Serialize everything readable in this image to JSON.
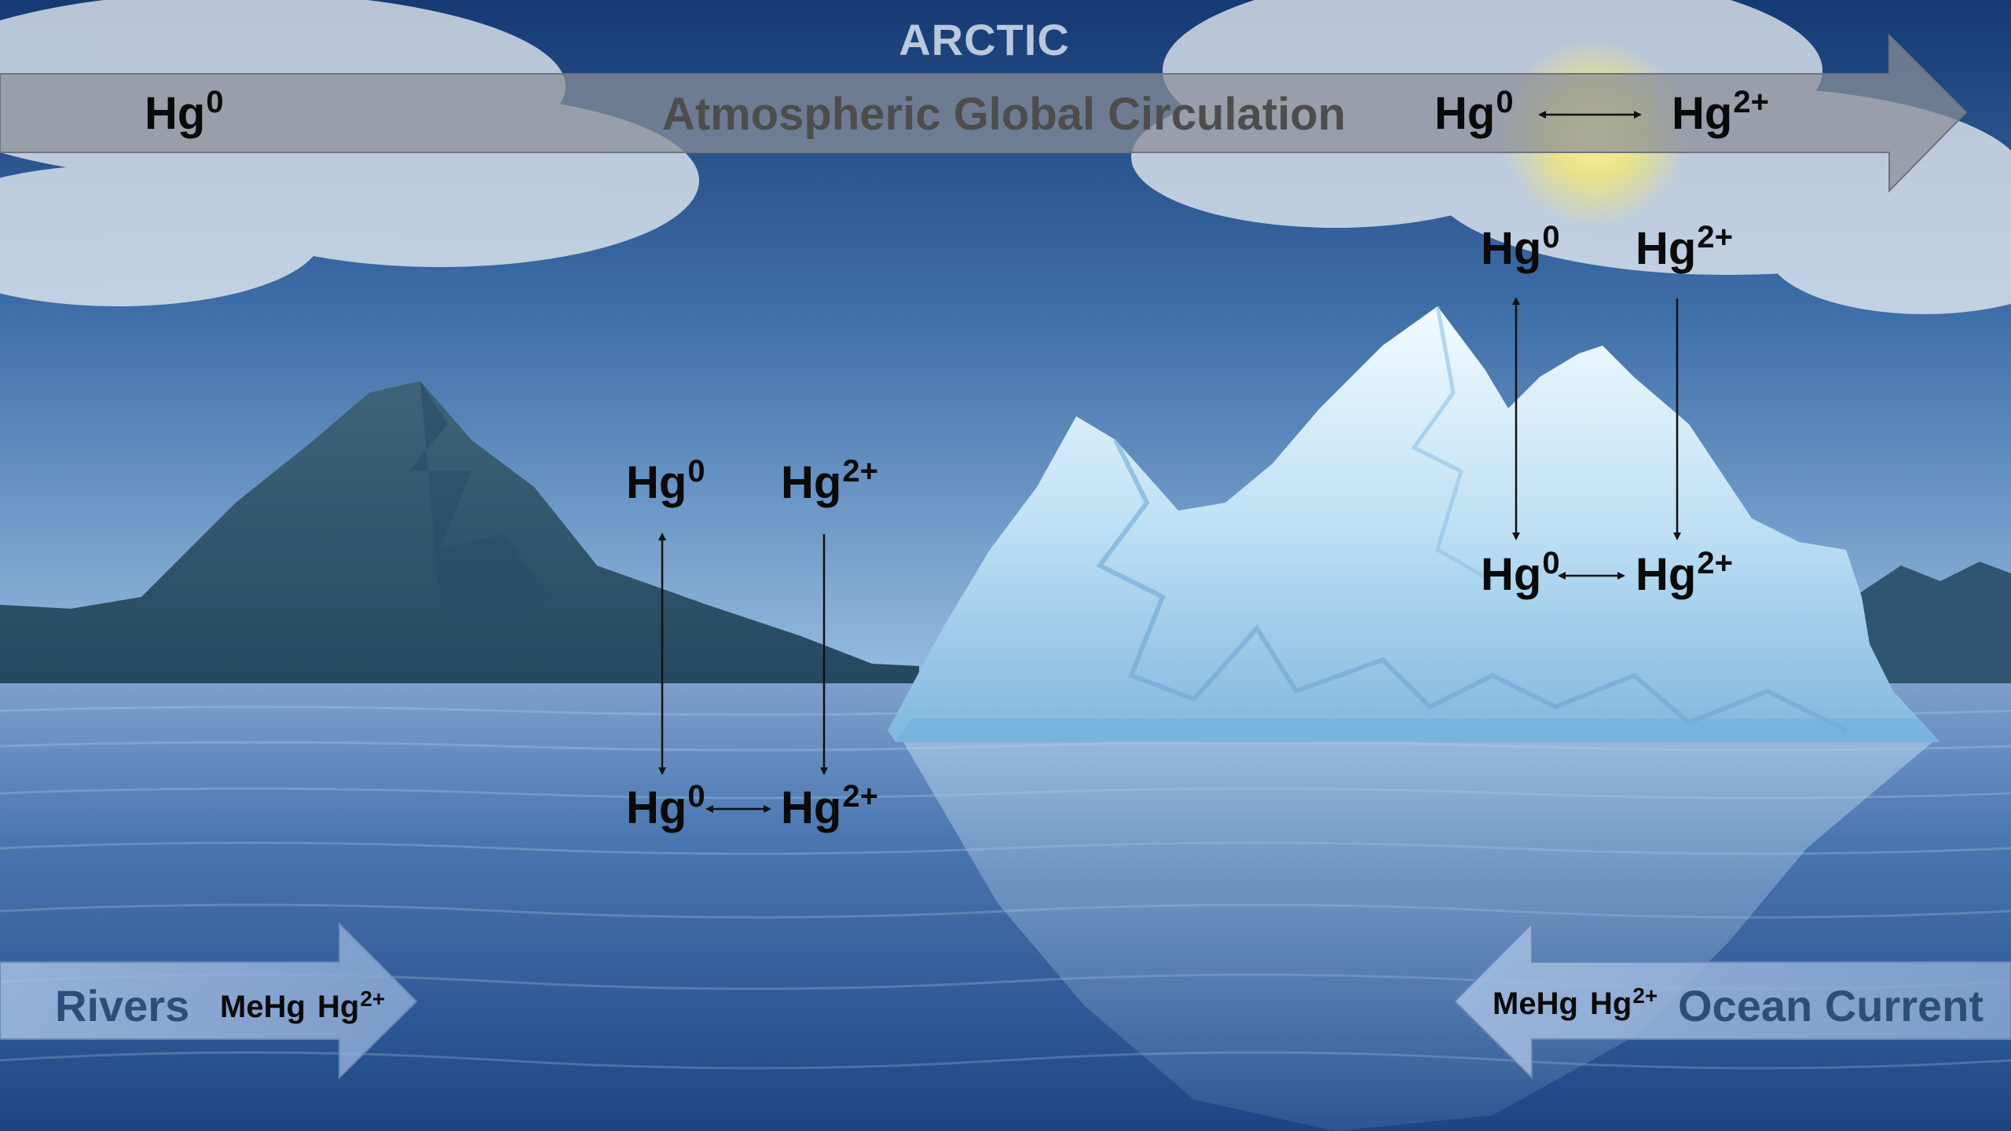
{
  "diagram": {
    "region_label": "ARCTIC",
    "atmosphere": {
      "label": "Atmospheric Global Circulation",
      "species_left": {
        "base": "Hg",
        "charge": "0"
      },
      "species_right_a": {
        "base": "Hg",
        "charge": "0"
      },
      "species_right_b": {
        "base": "Hg",
        "charge": "2+"
      }
    },
    "iceberg_upper": {
      "left": {
        "base": "Hg",
        "charge": "0"
      },
      "right": {
        "base": "Hg",
        "charge": "2+"
      }
    },
    "iceberg_lower": {
      "left": {
        "base": "Hg",
        "charge": "0"
      },
      "right": {
        "base": "Hg",
        "charge": "2+"
      }
    },
    "ocean_upper": {
      "left": {
        "base": "Hg",
        "charge": "0"
      },
      "right": {
        "base": "Hg",
        "charge": "2+"
      }
    },
    "ocean_lower": {
      "left": {
        "base": "Hg",
        "charge": "0"
      },
      "right": {
        "base": "Hg",
        "charge": "2+"
      }
    },
    "rivers": {
      "label": "Rivers",
      "methyl": "MeHg",
      "species": {
        "base": "Hg",
        "charge": "2+"
      }
    },
    "ocean_current": {
      "label": "Ocean Current",
      "methyl": "MeHg",
      "species": {
        "base": "Hg",
        "charge": "2+"
      }
    }
  },
  "colors": {
    "sky_top": "#1c3f77",
    "sky_bottom": "#8fb6df",
    "sea_top": "#6f93c4",
    "sea_bottom": "#214b8a",
    "mountain": "#33566d",
    "ice": "#cfe7f6",
    "banner_arrow": "#8a8f97",
    "flow_arrow": "#9db4d9",
    "text": "#0a0a0a"
  }
}
